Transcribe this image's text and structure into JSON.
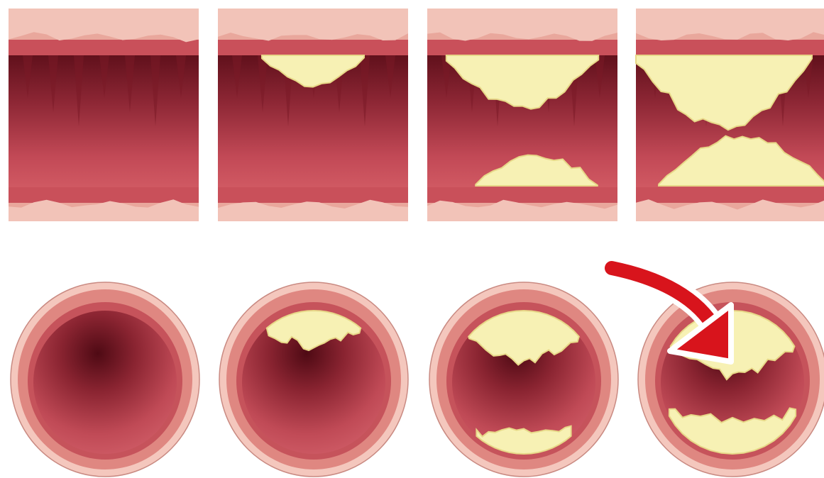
{
  "figure": {
    "stages_longitudinal": [
      {
        "plaque_level": 0.0
      },
      {
        "plaque_level": 0.25
      },
      {
        "plaque_level": 0.6
      },
      {
        "plaque_level": 0.9
      }
    ],
    "stages_cross_section": [
      {
        "plaque_level": 0.0
      },
      {
        "plaque_level": 0.3
      },
      {
        "plaque_level": 0.6
      },
      {
        "plaque_level": 0.9
      }
    ],
    "arrow_icon": "red-curved-arrow-icon",
    "colors": {
      "background": "#ffffff",
      "vessel_wall_outer": "#e9a49a",
      "vessel_wall_inner": "#c9505a",
      "lumen_dark": "#6e1420",
      "lumen_mid": "#a8323e",
      "lumen_light": "#d66670",
      "plaque": "#f7f1b4",
      "plaque_shadow": "#e7d888",
      "arrow": "#d8141c"
    }
  }
}
